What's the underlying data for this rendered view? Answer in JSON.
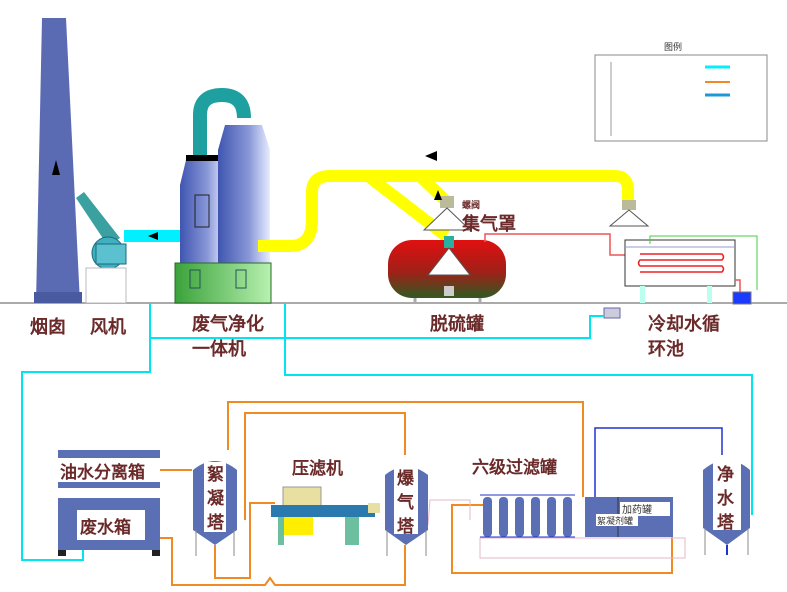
{
  "colors": {
    "exhaust_pipe": "#ffff00",
    "clean_water_pipe": "#00e5ee",
    "middle_water_pipe": "#f08a24",
    "blue_pipe": "#1d9ad6",
    "equipment_blue": "#5b6fb5",
    "label": "#6b2a2a"
  },
  "top": {
    "chimney": "烟囱",
    "fan": "风机",
    "purifier_line1": "废气净化",
    "purifier_line2": "一体机",
    "desulfurization_tank": "脱硫罐",
    "gas_hood": "集气罩",
    "butterfly_valve": "螺阀",
    "cooling_line1": "冷却水循",
    "cooling_line2": "环池"
  },
  "legend": {
    "title": "图例"
  },
  "bottom": {
    "oil_water_separator": "油水分离箱",
    "wastewater_tank": "废水箱",
    "flocculation_tower_chars": [
      "絮",
      "凝",
      "塔"
    ],
    "filter_press": "压滤机",
    "aeration_tower_chars": [
      "爆",
      "气",
      "塔"
    ],
    "six_stage_filter": "六级过滤罐",
    "flocculant_tank": "絮凝剂罐",
    "dosing_tank": "加药罐",
    "clean_water_tower_chars": [
      "净",
      "水",
      "塔"
    ]
  }
}
